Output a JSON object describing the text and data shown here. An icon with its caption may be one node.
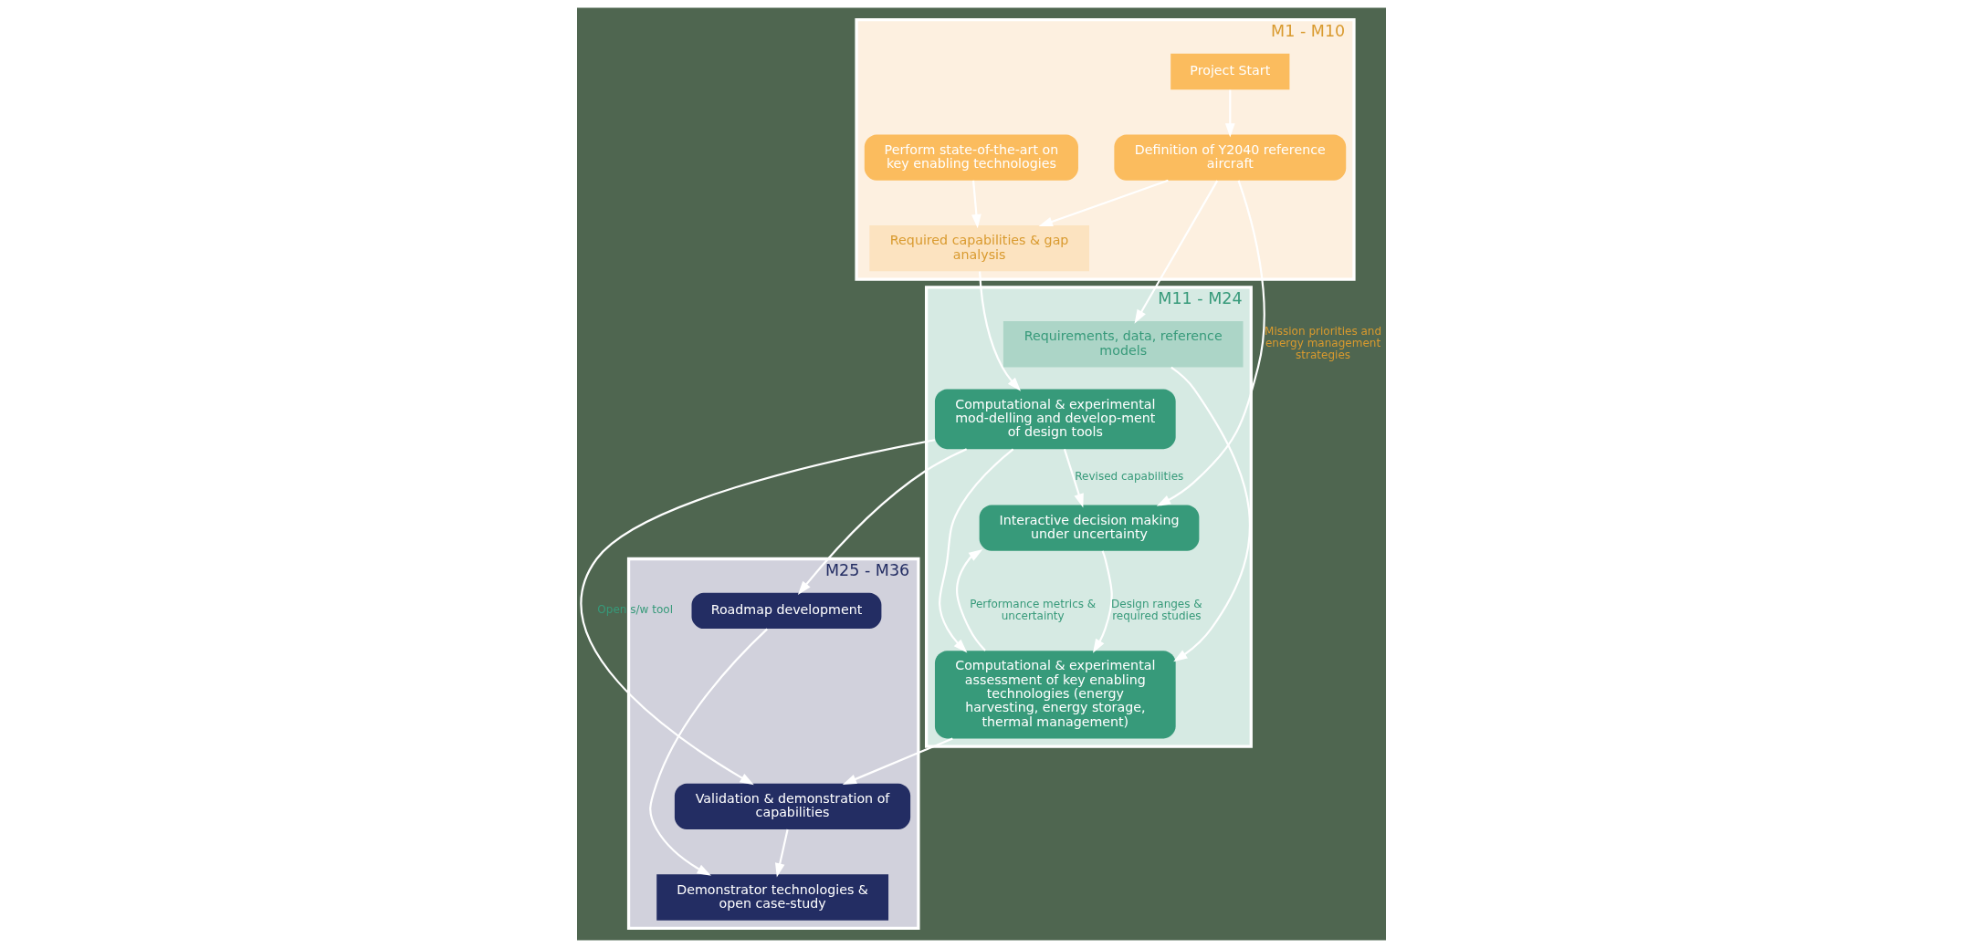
{
  "diagram": {
    "nodes": [
      {
        "text": [
          "M1 - M10"
        ]
      },
      {
        "text": [
          "Project Start"
        ],
        "in": 0
      },
      {
        "text": [
          "Definition of Y2040 reference aircraft"
        ],
        "in": 0
      },
      {
        "text": [
          "Perform state-of-the-art on key enabling technologies"
        ],
        "in": 0
      },
      {
        "text": [
          "Required capabilities & gap analysis"
        ],
        "in": 0
      },
      {
        "text": [
          "M11 - M24"
        ]
      },
      {
        "text": [
          "Requirements, data, reference models"
        ],
        "in": 5
      },
      {
        "text": [
          "Interactive decision making under uncertainty"
        ],
        "in": 5
      },
      {
        "text": [
          "Computational & experimental mod-delling and develop-ment of design tools"
        ],
        "in": 5
      },
      {
        "text": [
          "Computational & experimental assessment of key enabling technologies (energy harvesting, energy storage, thermal management)"
        ],
        "in": 5
      },
      {
        "text": [
          "M25 - M36"
        ]
      },
      {
        "text": [
          "Validation & demonstration of capabilities"
        ],
        "in": 10
      },
      {
        "text": [
          "Roadmap development"
        ],
        "in": 10
      },
      {
        "text": [
          "Demonstrator technologies & open case-study"
        ],
        "in": 10
      }
    ],
    "edges": [
      {
        "from": 1,
        "to": 2,
        "arrow": "to"
      },
      {
        "from": 2,
        "to": 6,
        "arrow": "to"
      },
      {
        "from": 2,
        "to": 4,
        "arrow": "to"
      },
      {
        "from": 2,
        "to": 7,
        "arrow": "to",
        "label": "Mission priorities and energy management strategies"
      },
      {
        "from": 3,
        "to": 4,
        "arrow": "to"
      },
      {
        "from": 4,
        "to": 8,
        "arrow": "to"
      },
      {
        "from": 6,
        "to": 9,
        "arrow": "to"
      },
      {
        "from": 7,
        "to": 9,
        "arrow": "to",
        "label": "Design ranges & required studies"
      },
      {
        "from": 9,
        "to": 7,
        "arrow": "to",
        "label": "Performance metrics & uncertainty"
      },
      {
        "from": 8,
        "to": 7,
        "arrow": "to",
        "label": "Revised capabilities"
      },
      {
        "from": 8,
        "to": 9,
        "arrow": "to"
      },
      {
        "from": 8,
        "to": 12,
        "arrow": "to"
      },
      {
        "from": 8,
        "to": 11,
        "arrow": "to",
        "label": "Open s/w tool"
      },
      {
        "from": 9,
        "to": 11,
        "arrow": "to"
      },
      {
        "from": 11,
        "to": 13,
        "arrow": "to"
      },
      {
        "from": 12,
        "to": 13,
        "arrow": "to"
      }
    ]
  }
}
